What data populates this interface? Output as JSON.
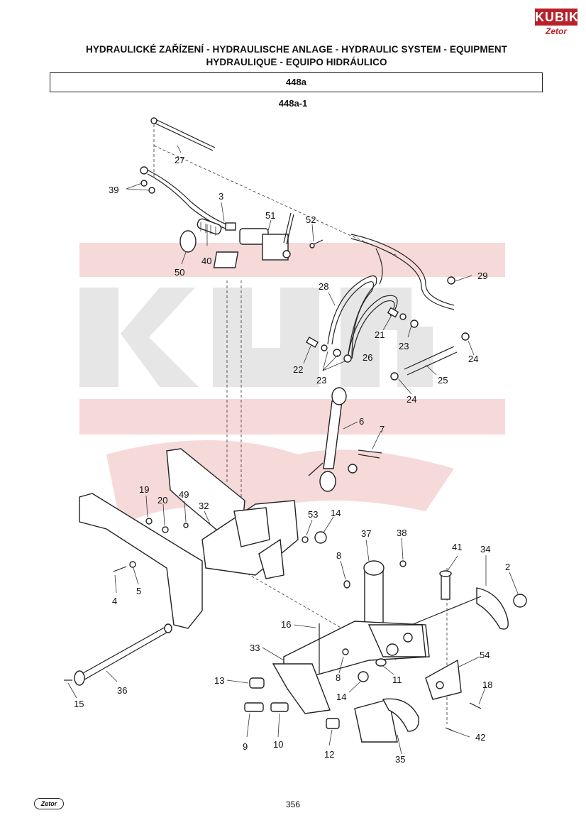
{
  "header": {
    "title_line1": "HYDRAULICKÉ ZAŘÍZENÍ - HYDRAULISCHE ANLAGE - HYDRAULIC SYSTEM - EQUIPMENT",
    "title_line2": "HYDRAULIQUE - EQUIPO HIDRÁULICO",
    "section": "448a",
    "subsection": "448a-1"
  },
  "logo": {
    "top": "KUBIK",
    "bottom": "Zetor"
  },
  "footer": {
    "page_number": "356",
    "logo_text": "Zetor"
  },
  "callouts": {
    "c2": "2",
    "c3": "3",
    "c4": "4",
    "c5": "5",
    "c6": "6",
    "c7": "7",
    "c8a": "8",
    "c8b": "8",
    "c9": "9",
    "c10": "10",
    "c11": "11",
    "c12": "12",
    "c13": "13",
    "c14a": "14",
    "c14b": "14",
    "c15": "15",
    "c16": "16",
    "c18": "18",
    "c19": "19",
    "c20": "20",
    "c21": "21",
    "c22": "22",
    "c23a": "23",
    "c23b": "23",
    "c24a": "24",
    "c24b": "24",
    "c25": "25",
    "c26": "26",
    "c27": "27",
    "c28": "28",
    "c29": "29",
    "c32": "32",
    "c33": "33",
    "c34": "34",
    "c35": "35",
    "c36": "36",
    "c37": "37",
    "c38": "38",
    "c39": "39",
    "c40": "40",
    "c41": "41",
    "c42": "42",
    "c49": "49",
    "c50": "50",
    "c51": "51",
    "c52": "52",
    "c53": "53",
    "c54": "54"
  }
}
